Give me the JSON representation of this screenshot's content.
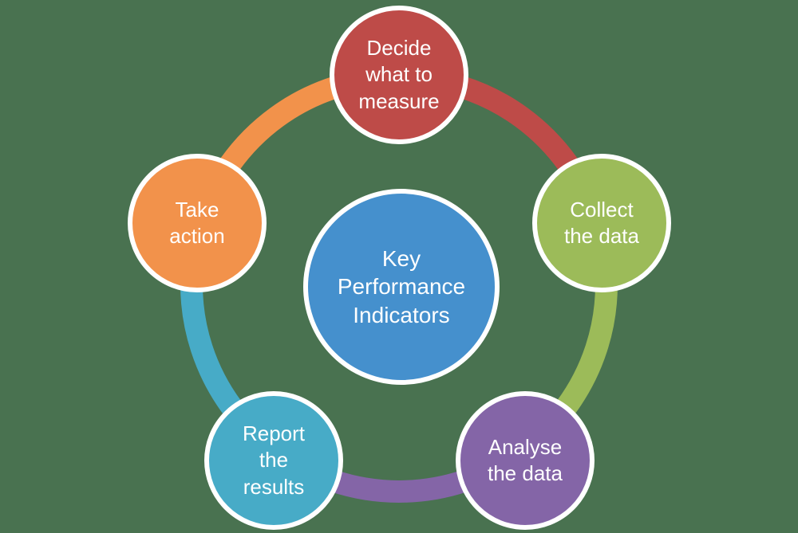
{
  "diagram": {
    "title": "Key Performance Indicators cycle",
    "type": "cycle-diagram",
    "flow": [
      "Decide what to measure",
      "Collect the data",
      "Analyse the data",
      "Report the results",
      "Take action"
    ]
  },
  "colors": {
    "background": "#497250",
    "node_border": "#ffffff",
    "text": "#ffffff"
  },
  "center": {
    "label": "Key\nPerformance\nIndicators",
    "color": "#4590CD"
  },
  "nodes": [
    {
      "label": "Decide\nwhat to\nmeasure",
      "color": "#BE4B48"
    },
    {
      "label": "Collect\nthe data",
      "color": "#9CBB59"
    },
    {
      "label": "Analyse\nthe data",
      "color": "#8465A7"
    },
    {
      "label": "Report\nthe\nresults",
      "color": "#47ABC7"
    },
    {
      "label": "Take\naction",
      "color": "#F2924B"
    }
  ]
}
